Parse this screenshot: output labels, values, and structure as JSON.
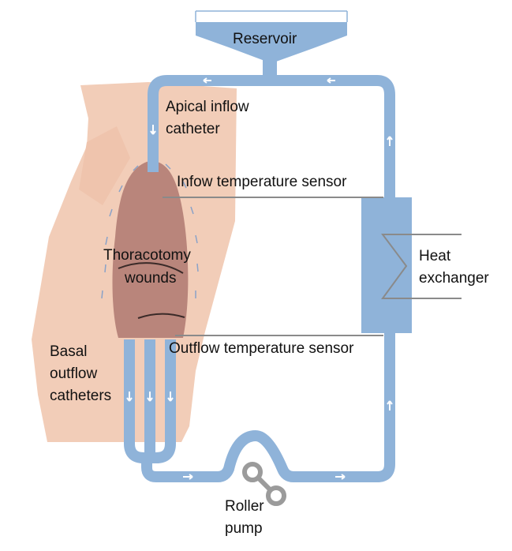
{
  "title": "",
  "colors": {
    "tube": "#8fb3d9",
    "tube_dark": "#7fa6d1",
    "body": "#f2cdb8",
    "heart": "#b9857b",
    "sensor_line": "#8a8a8a",
    "pump": "#9b9b9b",
    "arrow": "#ffffff",
    "text": "#111111"
  },
  "labels": {
    "reservoir": "Reservoir",
    "apical_inflow_1": "Apical inflow",
    "apical_inflow_2": "catheter",
    "inflow_sensor": "Infow temperature sensor",
    "thoracotomy_1": "Thoracotomy",
    "thoracotomy_2": "wounds",
    "heat_1": "Heat",
    "heat_2": "exchanger",
    "outflow_sensor": "Outflow temperature sensor",
    "basal_1": "Basal",
    "basal_2": "outflow",
    "basal_3": "catheters",
    "pump_1": "Roller",
    "pump_2": "pump"
  },
  "icons": {
    "heart": "heart-shape",
    "reservoir": "reservoir-basin-icon",
    "heat_exchanger": "heat-exchanger-icon",
    "pump": "roller-pump-icon",
    "flow_arrows": "flow-direction-arrow-icon"
  }
}
